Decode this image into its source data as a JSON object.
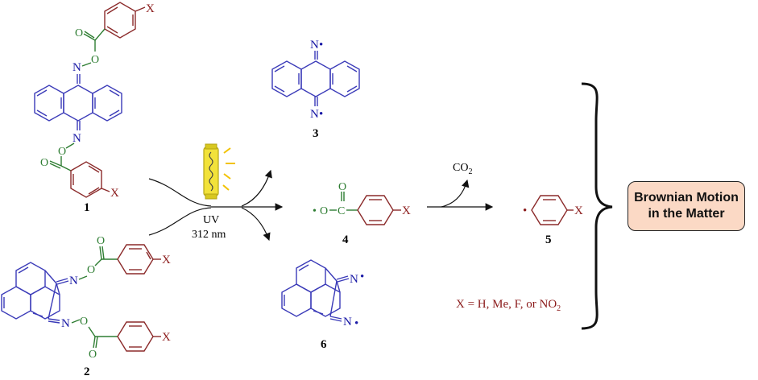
{
  "compounds": {
    "c1": "1",
    "c2": "2",
    "c3": "3",
    "c4": "4",
    "c5": "5",
    "c6": "6"
  },
  "conditions": {
    "light": "UV",
    "wavelength": "312 nm"
  },
  "byproduct": {
    "co2_main": "CO",
    "co2_sub": "2"
  },
  "substituent_note": {
    "prefix": "X = H, Me, F, or NO",
    "sub": "2"
  },
  "outcome": {
    "line1": "Brownian Motion",
    "line2": "in the Matter"
  },
  "atoms": {
    "N": "N",
    "O": "O",
    "X": "X",
    "C": "C",
    "radical": "•"
  },
  "colors": {
    "backbone": "#3a3ab8",
    "ester": "#2e7d32",
    "aryl": "#8b2a2a",
    "box_fill": "#fbd9c5",
    "lamp": "#f2e23a"
  }
}
